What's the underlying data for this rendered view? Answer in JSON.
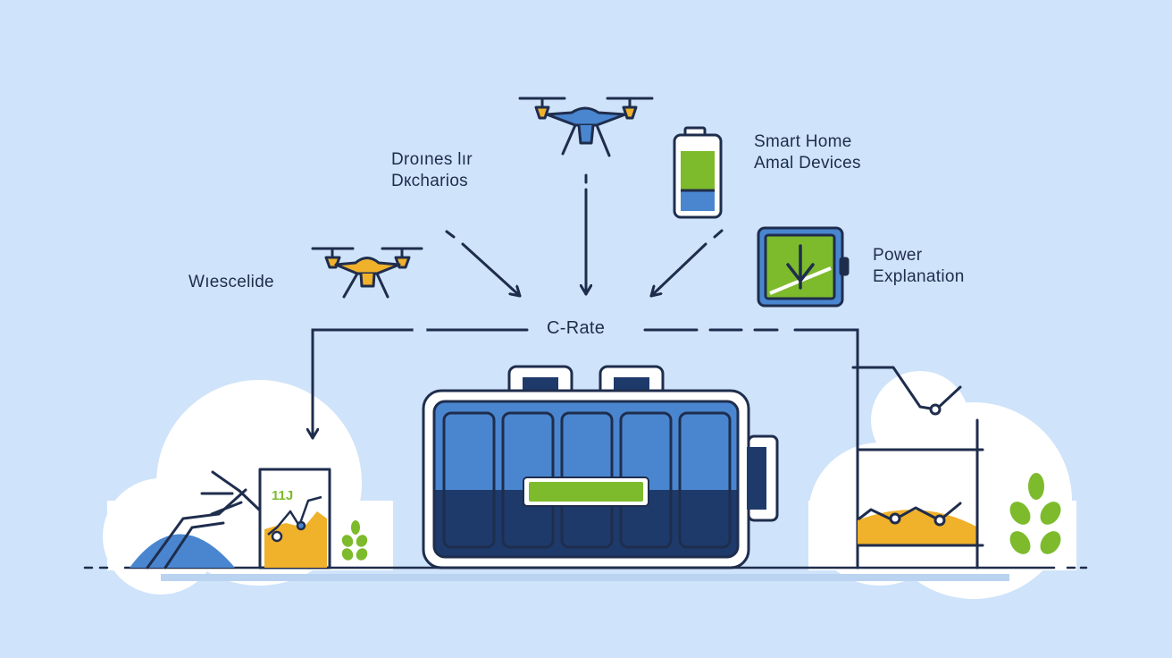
{
  "labels": {
    "drones_line1": "Droınes lır",
    "drones_line2": "Dкcharios",
    "smarthome_line1": "Smart Home",
    "smarthome_line2": "Amal Devices",
    "power_line1": "Power",
    "power_line2": "Explanation",
    "left": "Wıescelide",
    "center": "C-Rate",
    "mini_chart": "11Ј"
  },
  "battery": {
    "cells": 5,
    "charge_indicator": "full"
  },
  "phone_battery_level": 0.55,
  "colors": {
    "background": "#cfe3fa",
    "ink": "#1f2d4d",
    "battery_blue": "#4a86d0",
    "battery_dark": "#1e3a6b",
    "accent_green": "#7dbb2c",
    "accent_orange": "#f0b12b",
    "cloud": "#ffffff"
  },
  "icons": [
    "drone-icon",
    "phone-battery-icon",
    "tablet-icon",
    "plant-icon",
    "chart-icon"
  ]
}
